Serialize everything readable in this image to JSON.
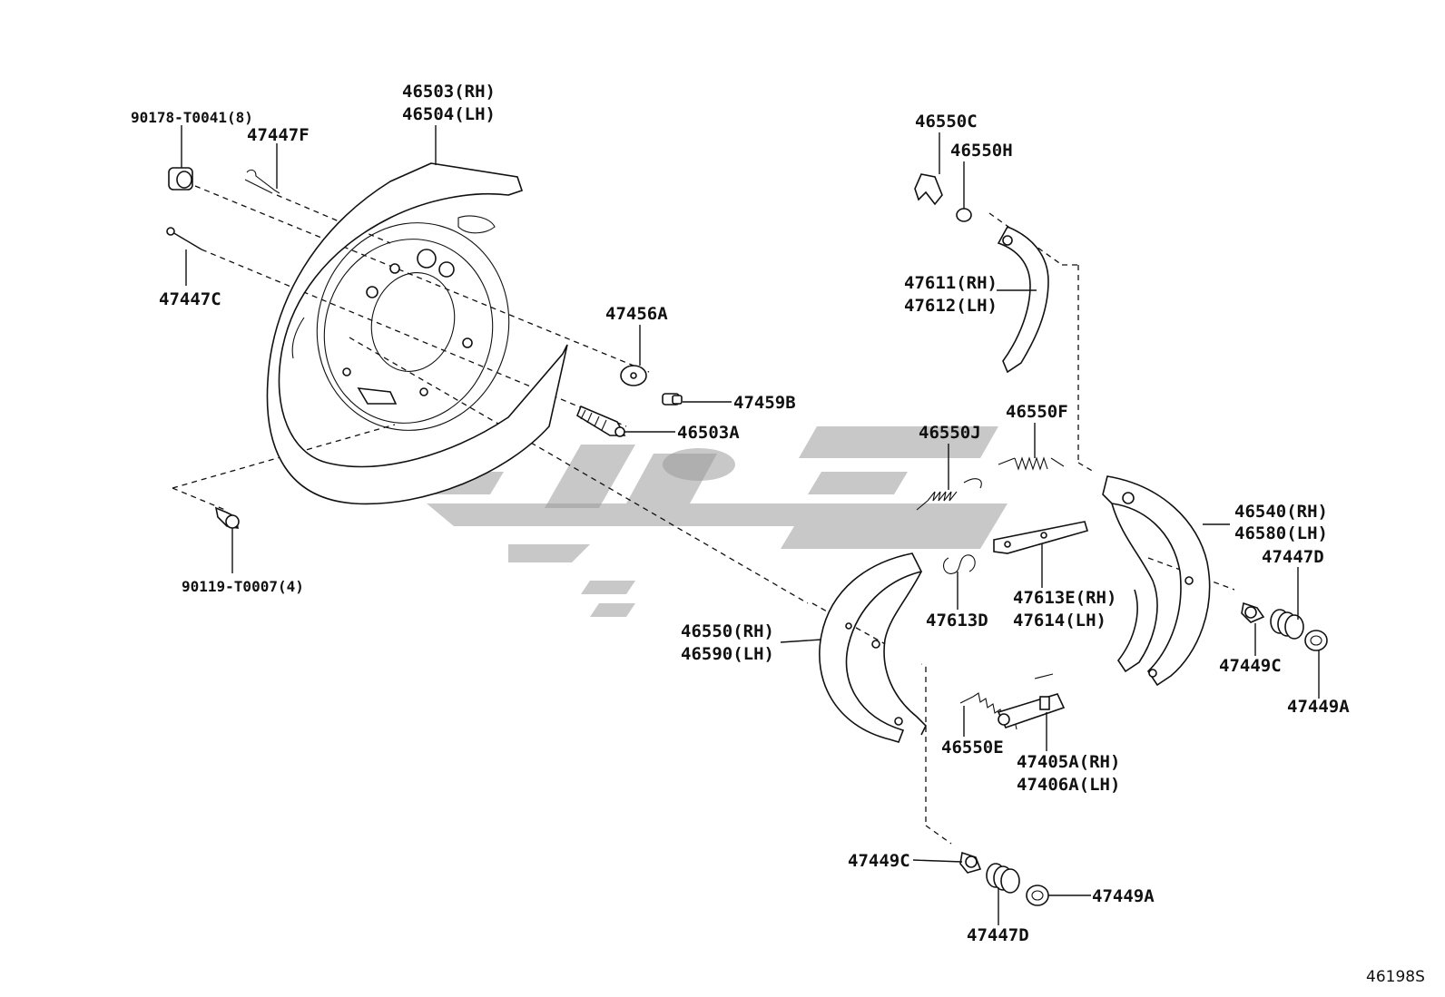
{
  "diagram": {
    "code": "46198S",
    "labels": {
      "l_90178": "90178-T0041(8)",
      "l_47447F": "47447F",
      "l_46503": "46503(RH)",
      "l_46504": "46504(LH)",
      "l_47447C": "47447C",
      "l_47456A": "47456A",
      "l_47459B": "47459B",
      "l_46503A": "46503A",
      "l_90119": "90119-T0007(4)",
      "l_46550C": "46550C",
      "l_46550H": "46550H",
      "l_47611": "47611(RH)",
      "l_47612": "47612(LH)",
      "l_46550F": "46550F",
      "l_46550J": "46550J",
      "l_46540": "46540(RH)",
      "l_46580": "46580(LH)",
      "l_47447D_r": "47447D",
      "l_47449C_r": "47449C",
      "l_47449A_r": "47449A",
      "l_47613D": "47613D",
      "l_47613E": "47613E(RH)",
      "l_47614": "47614(LH)",
      "l_46550": "46550(RH)",
      "l_46590": "46590(LH)",
      "l_46550E": "46550E",
      "l_47405A": "47405A(RH)",
      "l_47406A": "47406A(LH)",
      "l_47449C_b": "47449C",
      "l_47449A_b": "47449A",
      "l_47447D_b": "47447D"
    }
  }
}
